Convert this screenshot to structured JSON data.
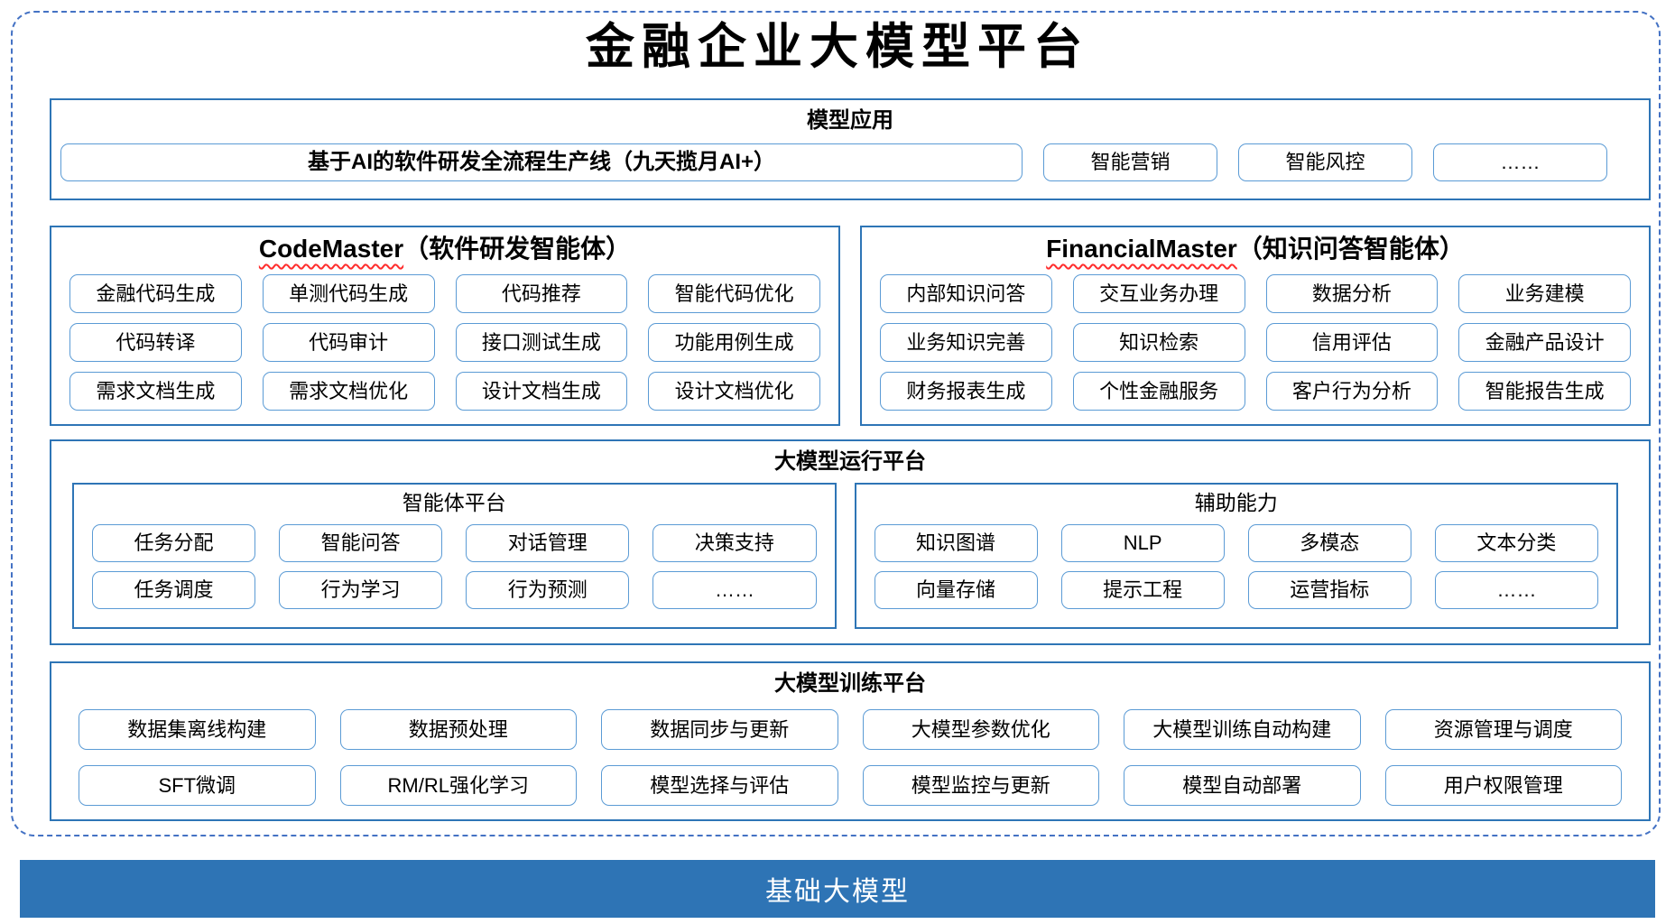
{
  "title": "金融企业大模型平台",
  "colors": {
    "section_border_blue": "#2E75B6",
    "pill_border_blue": "#5B9BD5",
    "dashed_frame_blue": "#4472C4",
    "base_bar_blue": "#2E74B5",
    "squiggle_red": "#FF2D2D",
    "text_black": "#000000",
    "base_bar_text": "#FFFFFF"
  },
  "sections": {
    "model_app": {
      "title": "模型应用",
      "wide_box": "基于AI的软件研发全流程生产线（九天揽月AI+）",
      "boxes": [
        "智能营销",
        "智能风控",
        "……"
      ]
    },
    "code_master": {
      "title_en": "CodeMaster",
      "title_zh": "（软件研发智能体）",
      "boxes": [
        "金融代码生成",
        "单测代码生成",
        "代码推荐",
        "智能代码优化",
        "代码转译",
        "代码审计",
        "接口测试生成",
        "功能用例生成",
        "需求文档生成",
        "需求文档优化",
        "设计文档生成",
        "设计文档优化"
      ]
    },
    "financial_master": {
      "title_en": "FinancialMaster",
      "title_zh": "（知识问答智能体）",
      "boxes": [
        "内部知识问答",
        "交互业务办理",
        "数据分析",
        "业务建模",
        "业务知识完善",
        "知识检索",
        "信用评估",
        "金融产品设计",
        "财务报表生成",
        "个性金融服务",
        "客户行为分析",
        "智能报告生成"
      ]
    },
    "runtime": {
      "title": "大模型运行平台",
      "agent_platform": {
        "title": "智能体平台",
        "boxes": [
          "任务分配",
          "智能问答",
          "对话管理",
          "决策支持",
          "任务调度",
          "行为学习",
          "行为预测",
          "……"
        ]
      },
      "aux": {
        "title": "辅助能力",
        "boxes": [
          "知识图谱",
          "NLP",
          "多模态",
          "文本分类",
          "向量存储",
          "提示工程",
          "运营指标",
          "……"
        ]
      }
    },
    "training": {
      "title": "大模型训练平台",
      "boxes": [
        "数据集离线构建",
        "数据预处理",
        "数据同步与更新",
        "大模型参数优化",
        "大模型训练自动构建",
        "资源管理与调度",
        "SFT微调",
        "RM/RL强化学习",
        "模型选择与评估",
        "模型监控与更新",
        "模型自动部署",
        "用户权限管理"
      ]
    },
    "base_model": {
      "label": "基础大模型"
    }
  }
}
